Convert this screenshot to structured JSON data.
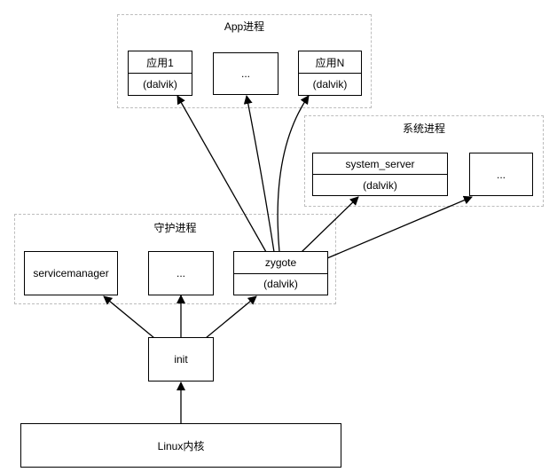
{
  "groups": {
    "app": {
      "title": "App进程"
    },
    "system": {
      "title": "系统进程"
    },
    "daemon": {
      "title": "守护进程"
    }
  },
  "nodes": {
    "app1": {
      "label": "应用1",
      "sub": "(dalvik)"
    },
    "app_more": {
      "label": "..."
    },
    "appN": {
      "label": "应用N",
      "sub": "(dalvik)"
    },
    "system_server": {
      "label": "system_server",
      "sub": "(dalvik)"
    },
    "system_more": {
      "label": "..."
    },
    "servicemanager": {
      "label": "servicemanager"
    },
    "daemon_more": {
      "label": "..."
    },
    "zygote": {
      "label": "zygote",
      "sub": "(dalvik)"
    },
    "init": {
      "label": "init"
    },
    "kernel": {
      "label": "Linux内核"
    }
  },
  "edges": [
    {
      "from": "kernel",
      "to": "init"
    },
    {
      "from": "init",
      "to": "servicemanager"
    },
    {
      "from": "init",
      "to": "daemon_more"
    },
    {
      "from": "init",
      "to": "zygote"
    },
    {
      "from": "zygote",
      "to": "app1"
    },
    {
      "from": "zygote",
      "to": "app_more"
    },
    {
      "from": "zygote",
      "to": "appN"
    },
    {
      "from": "zygote",
      "to": "system_server"
    },
    {
      "from": "zygote",
      "to": "system_more"
    }
  ]
}
